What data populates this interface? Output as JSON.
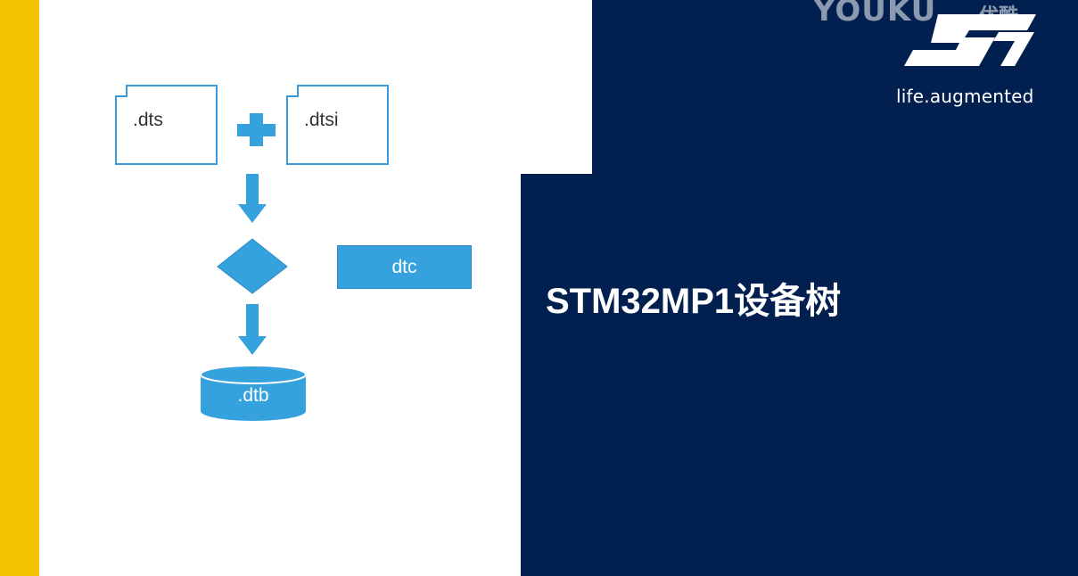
{
  "diagram": {
    "source_file": ".dts",
    "include_file": ".dtsi",
    "compiler": "dtc",
    "output": ".dtb"
  },
  "slide": {
    "title": "STM32MP1设备树"
  },
  "branding": {
    "tagline": "life.augmented",
    "watermark": "YOUKU",
    "watermark_cn": "优酷"
  },
  "colors": {
    "navy": "#02204f",
    "yellow": "#f5c400",
    "blue": "#35a1dd"
  }
}
